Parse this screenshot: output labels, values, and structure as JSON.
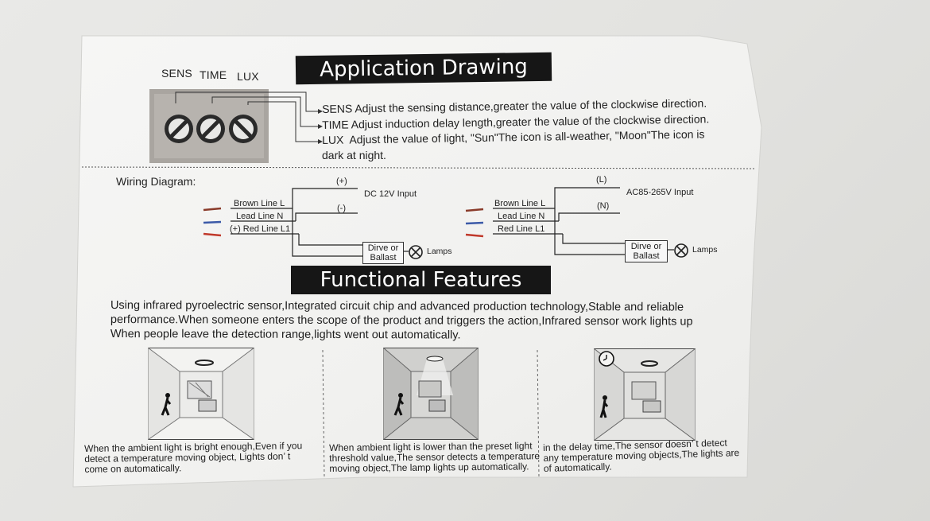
{
  "knobs": {
    "sens": "SENS",
    "time": "TIME",
    "lux": "LUX"
  },
  "application_title": "Application Drawing",
  "adjust": {
    "sens": {
      "key": "SENS",
      "text": "Adjust the sensing distance,greater the value of the clockwise direction."
    },
    "time": {
      "key": "TIME",
      "text": "Adjust induction delay length,greater the value of the clockwise direction."
    },
    "lux": {
      "key": "LUX",
      "text": "Adjust the value of light, \"Sun\"The icon is all-weather, \"Moon\"The icon is"
    },
    "lux_cont": "dark at night."
  },
  "wiring": {
    "title": "Wiring Diagram:",
    "dc": {
      "pos": "(+)",
      "neg": "(-)",
      "input": "DC 12V Input",
      "brown": "Brown Line L",
      "lead": "Lead Line N",
      "red": "(+) Red Line L1",
      "ballast": [
        "Dirve or",
        "Ballast"
      ],
      "lamps": "Lamps"
    },
    "ac": {
      "l": "(L)",
      "n": "(N)",
      "input": "AC85-265V Input",
      "brown": "Brown Line L",
      "lead": "Lead Line N",
      "red": "Red Line L1",
      "ballast": [
        "Dirve or",
        "Ballast"
      ],
      "lamps": "Lamps"
    }
  },
  "functional_title": "Functional Features",
  "body": [
    "Using infrared pyroelectric sensor,Integrated circuit chip and advanced production technology,Stable and reliable",
    "performance.When someone enters the scope of the product and triggers the action,Infrared sensor work lights up",
    "When people leave the detection range,lights went out automatically."
  ],
  "captions": [
    [
      "When the ambient light is bright enough,Even if you",
      "detect a temperature moving object, Lights don’ t",
      "come on automatically."
    ],
    [
      "When ambient light is lower than the preset light",
      "threshold value,The sensor detects a temperature",
      "moving object,The lamp lights up automatically."
    ],
    [
      "in the delay time,The sensor doesn’ t detect",
      "any temperature moving objects,The lights are",
      "of automatically."
    ]
  ],
  "colors": {
    "banner": "#161616",
    "brown_wire": "#8a3b2a",
    "blue_wire": "#3c5aa8",
    "red_wire": "#c0392b",
    "paper": "#f4f4f2"
  }
}
